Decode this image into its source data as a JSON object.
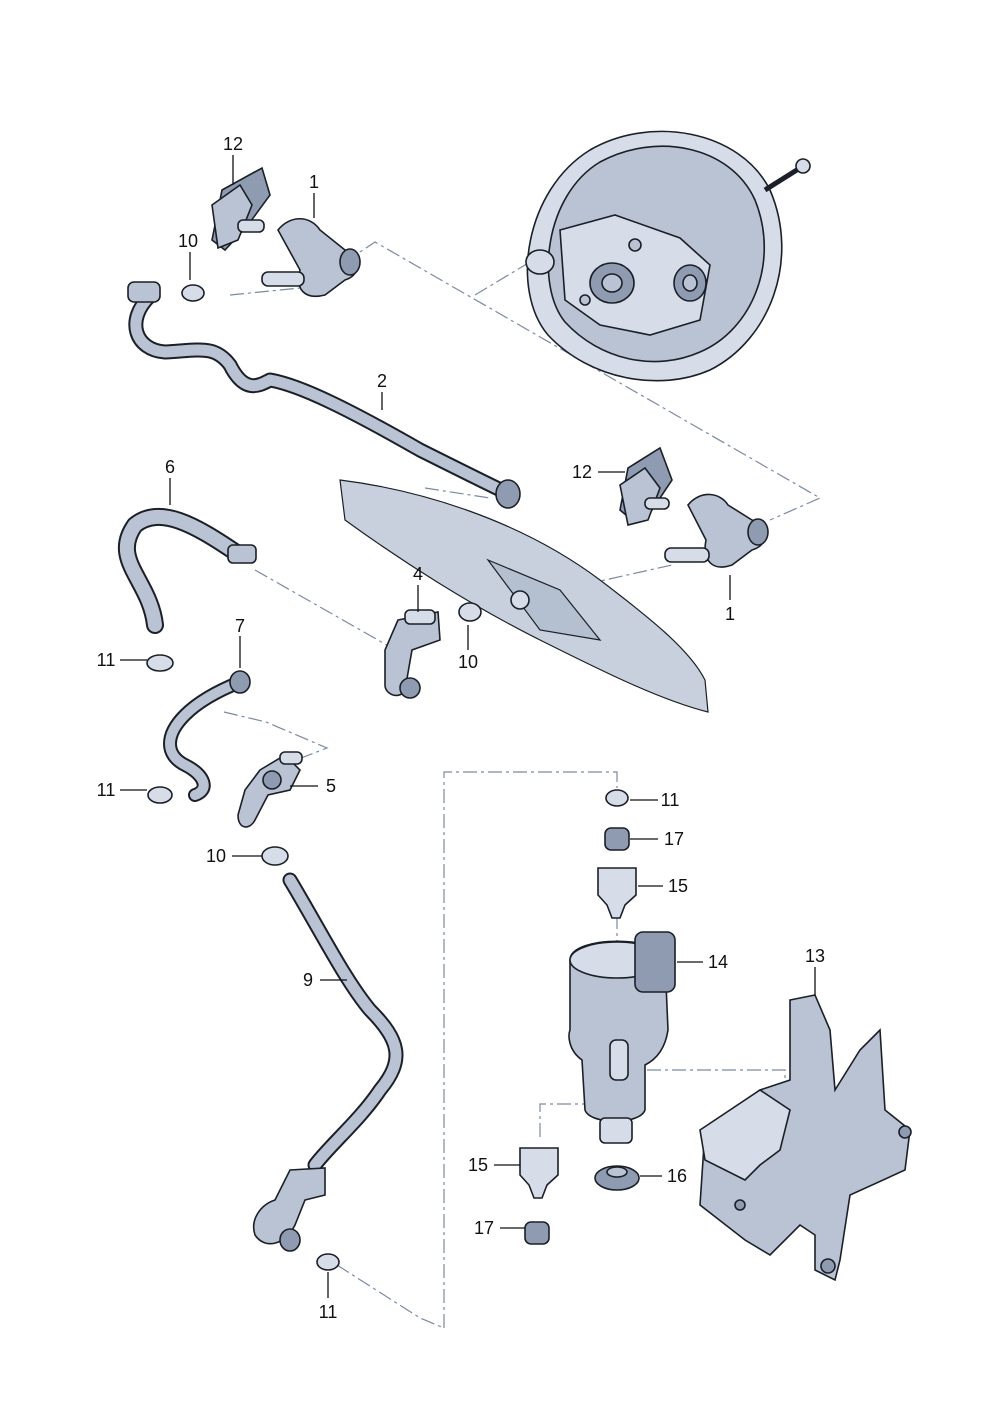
{
  "callouts": [
    {
      "id": "c12a",
      "text": "12"
    },
    {
      "id": "c1a",
      "text": "1"
    },
    {
      "id": "c10a",
      "text": "10"
    },
    {
      "id": "c2",
      "text": "2"
    },
    {
      "id": "c6",
      "text": "6"
    },
    {
      "id": "c12b",
      "text": "12"
    },
    {
      "id": "c4",
      "text": "4"
    },
    {
      "id": "c1b",
      "text": "1"
    },
    {
      "id": "c11a",
      "text": "11"
    },
    {
      "id": "c10b",
      "text": "10"
    },
    {
      "id": "c7",
      "text": "7"
    },
    {
      "id": "c11b",
      "text": "11"
    },
    {
      "id": "c5",
      "text": "5"
    },
    {
      "id": "c10c",
      "text": "10"
    },
    {
      "id": "c11c",
      "text": "11"
    },
    {
      "id": "c17a",
      "text": "17"
    },
    {
      "id": "c15a",
      "text": "15"
    },
    {
      "id": "c9",
      "text": "9"
    },
    {
      "id": "c14",
      "text": "14"
    },
    {
      "id": "c13",
      "text": "13"
    },
    {
      "id": "c15b",
      "text": "15"
    },
    {
      "id": "c16",
      "text": "16"
    },
    {
      "id": "c17b",
      "text": "17"
    },
    {
      "id": "c11d",
      "text": "11"
    }
  ],
  "colors": {
    "part_fill": "#b9c3d3",
    "part_light": "#d6dde8",
    "outline": "#1b1f27",
    "dash_line": "#7a8aa3"
  }
}
